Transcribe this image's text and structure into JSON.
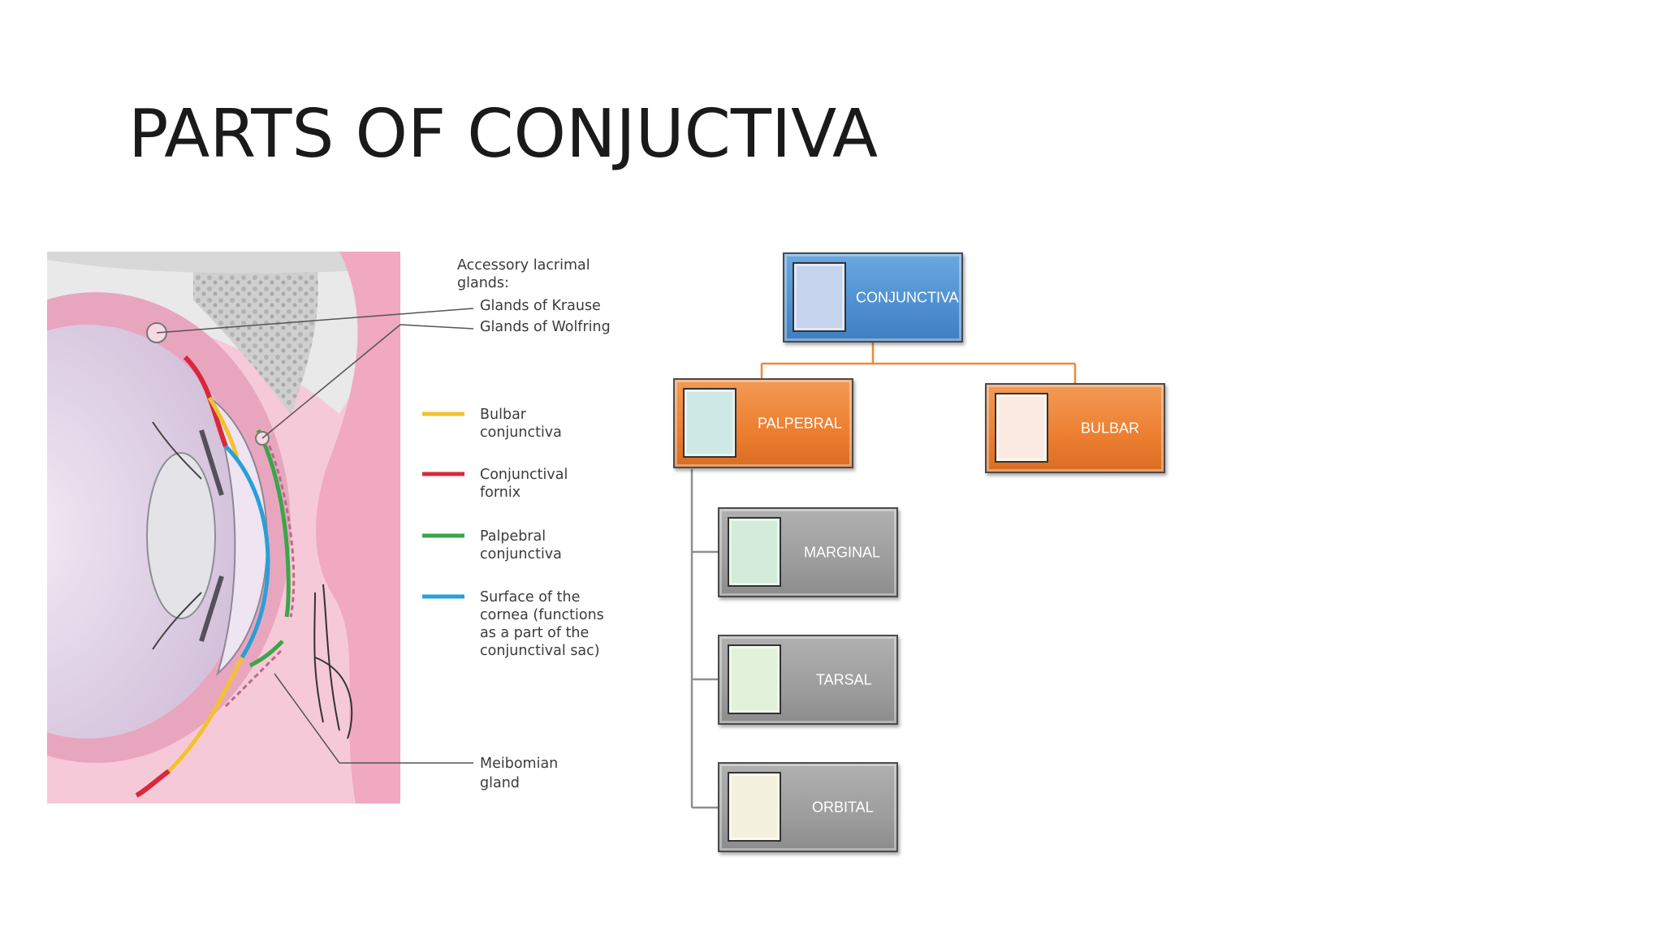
{
  "slide": {
    "title": "PARTS OF CONJUCTIVA"
  },
  "illustration": {
    "top_labels": [
      "Accessory lacrimal",
      "glands:",
      "Glands of Krause",
      "Glands of Wolfring"
    ],
    "legend": [
      {
        "color": "#f2c230",
        "lines": [
          "Bulbar",
          "conjunctiva"
        ]
      },
      {
        "color": "#d9283c",
        "lines": [
          "Conjunctival",
          "fornix"
        ]
      },
      {
        "color": "#3aa648",
        "lines": [
          "Palpebral",
          "conjunctiva"
        ]
      },
      {
        "color": "#2a9fd8",
        "lines": [
          "Surface of the",
          "cornea (functions",
          "as a part of the",
          "conjunctival sac)"
        ]
      }
    ],
    "bottom_label": [
      "Meibomian",
      "gland"
    ]
  },
  "org_chart": {
    "connector_color": "#ec8a3c",
    "root": {
      "label": "CONJUNCTIVA",
      "fill": "#4f8fd0",
      "swatch": "#c6d3ec"
    },
    "level2": [
      {
        "label": "PALPEBRAL",
        "fill": "#ec7e30",
        "swatch": "#cfe9e6"
      },
      {
        "label": "BULBAR",
        "fill": "#ec7e30",
        "swatch": "#fbeae2"
      }
    ],
    "palpebral_children": [
      {
        "label": "MARGINAL",
        "fill": "#9d9d9d",
        "swatch": "#d3ecd9"
      },
      {
        "label": "TARSAL",
        "fill": "#9d9d9d",
        "swatch": "#e2f1d9"
      },
      {
        "label": "ORBITAL",
        "fill": "#9d9d9d",
        "swatch": "#f4f1de"
      }
    ]
  }
}
